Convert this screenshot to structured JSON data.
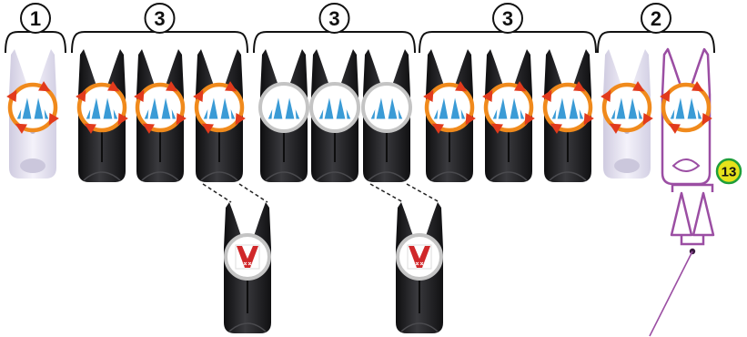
{
  "groups": [
    {
      "label": "1"
    },
    {
      "label": "3"
    },
    {
      "label": "3"
    },
    {
      "label": "3"
    },
    {
      "label": "2"
    }
  ],
  "callout": {
    "label": "13"
  },
  "colors": {
    "black_piece": "#1b1b1d",
    "white_piece": "#e3e0ef",
    "orange_ring": "#f08a1c",
    "red_arrow": "#e23a1c",
    "blue_mark": "#3a9bd6",
    "grey_ring": "#c4c4c4",
    "purple_outline": "#9b4ea3",
    "badge_fill": "#e6e21b",
    "badge_ring": "#1f9e3a",
    "red_v": "#d0282a"
  },
  "pieces": [
    {
      "color": "white",
      "marker": "rotate"
    },
    {
      "color": "black",
      "marker": "rotate"
    },
    {
      "color": "black",
      "marker": "rotate"
    },
    {
      "color": "black",
      "marker": "rotate"
    },
    {
      "color": "black",
      "marker": "still"
    },
    {
      "color": "black",
      "marker": "still"
    },
    {
      "color": "black",
      "marker": "still"
    },
    {
      "color": "black",
      "marker": "rotate"
    },
    {
      "color": "black",
      "marker": "rotate"
    },
    {
      "color": "black",
      "marker": "rotate"
    },
    {
      "color": "white",
      "marker": "rotate"
    },
    {
      "color": "outline",
      "marker": "rotate"
    }
  ],
  "variants": [
    {
      "marker": "red-v-sign",
      "linked_piece": 3
    },
    {
      "marker": "red-v-sign",
      "linked_piece": 6
    }
  ]
}
